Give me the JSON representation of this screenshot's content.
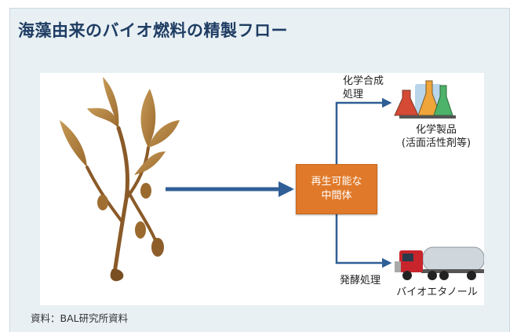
{
  "title": "海藻由来のバイオ燃料の精製フロー",
  "intermediate": {
    "line1": "再生可能な",
    "line2": "中間体"
  },
  "upper_branch": {
    "process_line1": "化学合成",
    "process_line2": "処理",
    "product_line1": "化学製品",
    "product_line2": "(活面活性剤等)"
  },
  "lower_branch": {
    "process": "発酵処理",
    "product": "バイオエタノール"
  },
  "source": "資料：BAL研究所資料",
  "colors": {
    "title": "#1f3d63",
    "background_panel": "#e8f0f4",
    "arrow": "#2f5f96",
    "intermediate_box": "#e07a2a"
  },
  "icons": [
    "seaweed-illustration",
    "flask-icon",
    "tanker-truck-icon"
  ]
}
